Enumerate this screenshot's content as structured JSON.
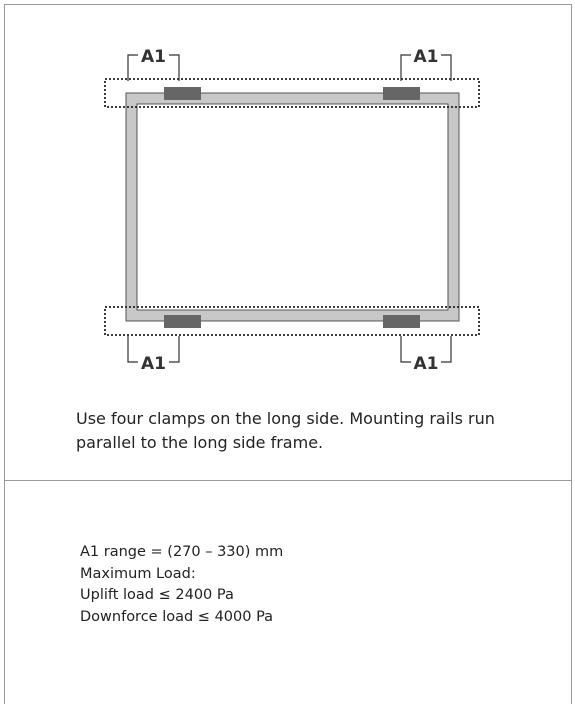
{
  "diagram": {
    "dimension_label": "A1",
    "frame_color": "#c8c8c8",
    "clamp_color": "#666666",
    "leader_color": "#333333"
  },
  "caption": "Use four clamps on the long side. Mounting rails run parallel to the long side frame.",
  "specs": [
    "A1 range = (270 – 330) mm",
    "Maximum Load:",
    "Uplift load ≤ 2400 Pa",
    "Downforce load ≤ 4000 Pa"
  ]
}
